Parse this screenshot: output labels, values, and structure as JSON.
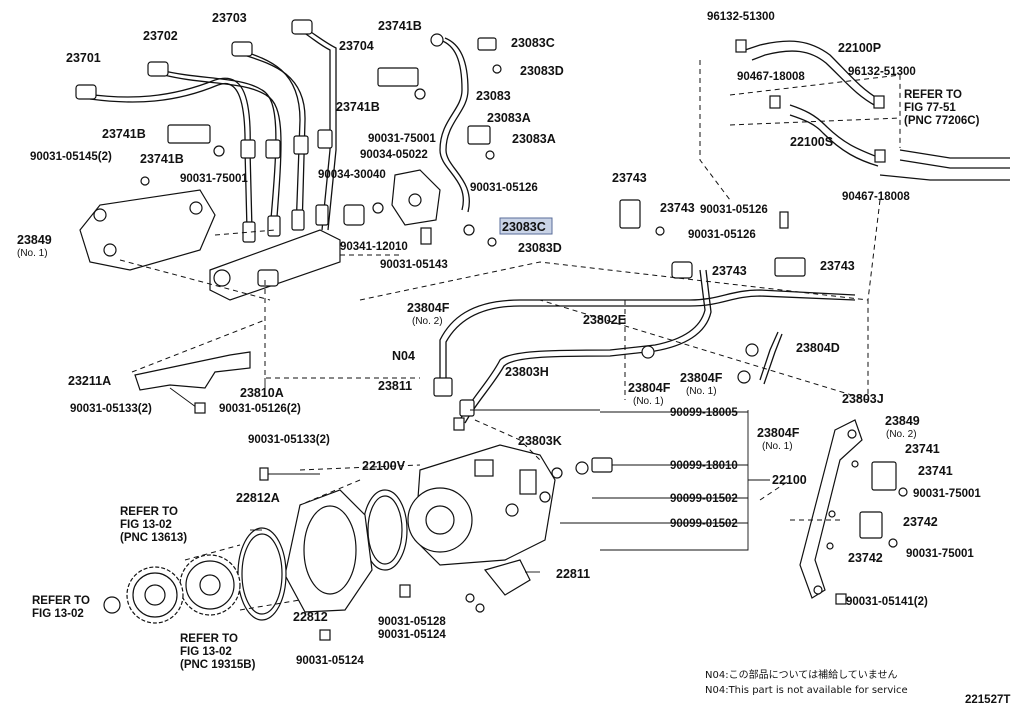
{
  "labels": {
    "p23701": "23701",
    "p23702": "23702",
    "p23703": "23703",
    "p23704": "23704",
    "p23741B_a": "23741B",
    "p23741B_b": "23741B",
    "p23741B_c": "23741B",
    "p23741B_d": "23741B",
    "p23083C_top": "23083C",
    "p23083D_top": "23083D",
    "p23083": "23083",
    "p23083A_a": "23083A",
    "p23083A_b": "23083A",
    "p23083C_hl": "23083C",
    "p23083D_b": "23083D",
    "p90031_75001_a": "90031-75001",
    "p90034_05022": "90034-05022",
    "p90034_30040": "90034-30040",
    "p90031_05126_a": "90031-05126",
    "p90341_12010": "90341-12010",
    "p90031_05143": "90031-05143",
    "p90031_05145": "90031-05145(2)",
    "p90031_75001_b": "90031-75001",
    "p23849_a": "23849",
    "p23849_a_sub": "(No. 1)",
    "p23804F_a": "23804F",
    "p23804F_a_sub": "(No. 2)",
    "pN04": "N04",
    "p23211A": "23211A",
    "p90031_05133_a": "90031-05133(2)",
    "p23810A": "23810A",
    "p90031_05126_b": "90031-05126(2)",
    "p23811": "23811",
    "p23803H": "23803H",
    "p23802E": "23802E",
    "p23804F_b": "23804F",
    "p23804F_b_sub": "(No. 1)",
    "p23804F_c": "23804F",
    "p23804F_c_sub": "(No. 1)",
    "p23804D": "23804D",
    "p23743_a": "23743",
    "p23743_b": "23743",
    "p90031_05126_c": "90031-05126",
    "p90031_05126_d": "90031-05126",
    "p23743_c": "23743",
    "p23743_d": "23743",
    "p96132_51300_a": "96132-51300",
    "p22100P": "22100P",
    "p90467_18008_a": "90467-18008",
    "p96132_51300_b": "96132-51300",
    "p22100S": "22100S",
    "p90467_18008_b": "90467-18008",
    "refer77_1": "REFER TO",
    "refer77_2": "FIG 77-51",
    "refer77_3": "(PNC 77206C)",
    "p90099_18005": "90099-18005",
    "p23803K": "23803K",
    "p90099_18010": "90099-18010",
    "p22100": "22100",
    "p90099_01502_a": "90099-01502",
    "p90099_01502_b": "90099-01502",
    "p23804F_d": "23804F",
    "p23804F_d_sub": "(No. 1)",
    "p23803J": "23803J",
    "p23849_b": "23849",
    "p23849_b_sub": "(No. 2)",
    "p23741_a": "23741",
    "p23741_b": "23741",
    "p90031_75001_c": "90031-75001",
    "p23742_a": "23742",
    "p23742_b": "23742",
    "p90031_75001_d": "90031-75001",
    "p90031_05141": "90031-05141(2)",
    "p90031_05133_b": "90031-05133(2)",
    "p22100V": "22100V",
    "p22812A": "22812A",
    "p22812": "22812",
    "p22811": "22811",
    "p90031_05128": "90031-05128",
    "p90031_05124_a": "90031-05124",
    "p90031_05124_b": "90031-05124",
    "refer13613_1": "REFER TO",
    "refer13613_2": "FIG 13-02",
    "refer13613_3": "(PNC 13613)",
    "refer13_1": "REFER TO",
    "refer13_2": "FIG 13-02",
    "refer19315_1": "REFER TO",
    "refer19315_2": "FIG 13-02",
    "refer19315_3": "(PNC 19315B)"
  },
  "notes": {
    "jp": "N04:この部品については補給していません",
    "en": "N04:This part is not available for service",
    "figure_id": "221527T"
  },
  "highlight_color": "#c9d3e6"
}
